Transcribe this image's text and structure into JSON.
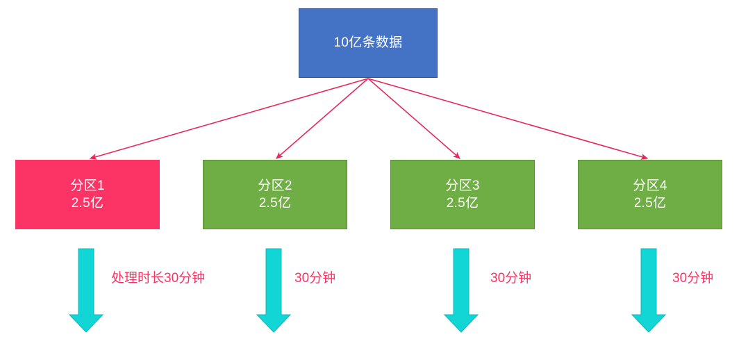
{
  "diagram": {
    "title_box": {
      "label": "10亿条数据",
      "color": "#4472C4",
      "text_color": "#FFFFFF"
    },
    "partitions": [
      {
        "name": "分区1",
        "amount": "2.5亿",
        "color": "#FC3365",
        "duration": "处理时长30分钟"
      },
      {
        "name": "分区2",
        "amount": "2.5亿",
        "color": "#6FAE44",
        "duration": "30分钟"
      },
      {
        "name": "分区3",
        "amount": "2.5亿",
        "color": "#6FAE44",
        "duration": "30分钟"
      },
      {
        "name": "分区4",
        "amount": "2.5亿",
        "color": "#6FAE44",
        "duration": "30分钟"
      }
    ],
    "colors": {
      "connector_arrow": "#E8275C",
      "process_arrow": "#12D6D6",
      "process_arrow_border": "#0FB6B6",
      "label_text": "#FC3365",
      "background": "#FFFFFF"
    }
  }
}
